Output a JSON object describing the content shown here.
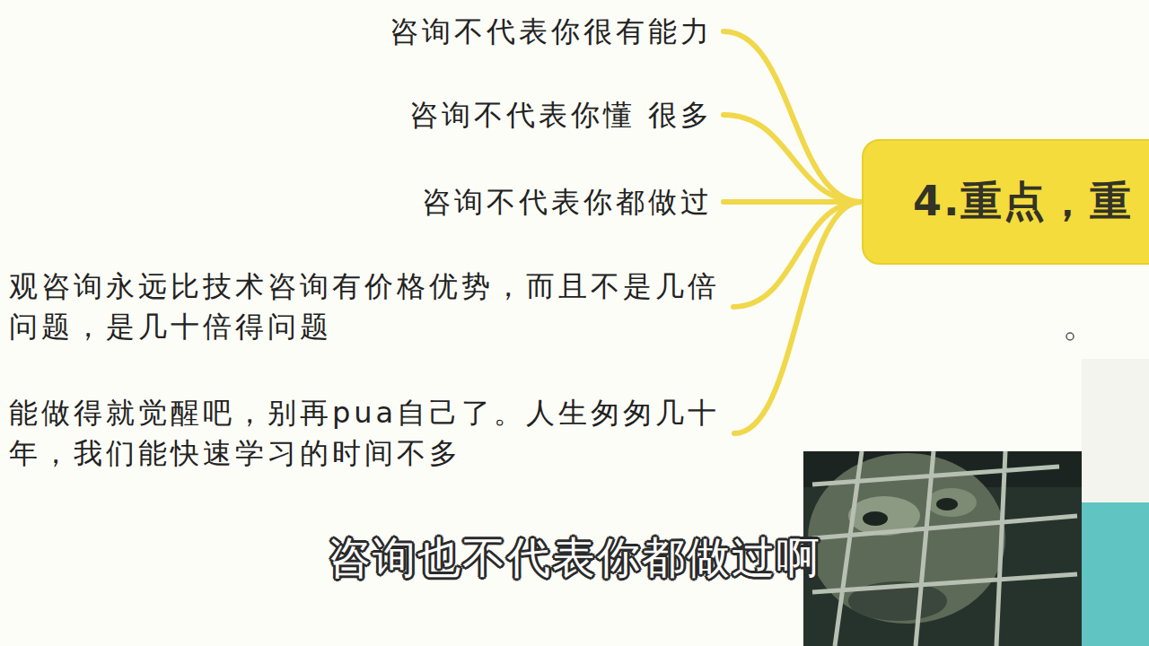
{
  "diagram": {
    "nodes": [
      {
        "text": [
          "4.重点，重"
        ]
      },
      {
        "text": [
          "咨询不代表你很有能力"
        ]
      },
      {
        "text": [
          "咨询不代表你懂 很多"
        ]
      },
      {
        "text": [
          "咨询不代表你都做过"
        ]
      },
      {
        "text": [
          "观咨询永远比技术咨询有价格优势，而且不是几倍 问题，是几十倍得问题"
        ]
      },
      {
        "text": [
          "能做得就觉醒吧，别再pua自己了。人生匆匆几十 年，我们能快速学习的时间不多"
        ]
      }
    ],
    "edges": [
      {
        "from": 0,
        "to": 1,
        "arrow": "none"
      },
      {
        "from": 0,
        "to": 2,
        "arrow": "none"
      },
      {
        "from": 0,
        "to": 3,
        "arrow": "none"
      },
      {
        "from": 0,
        "to": 4,
        "arrow": "none"
      },
      {
        "from": 0,
        "to": 5,
        "arrow": "none"
      }
    ],
    "labels": [
      "咨询也不代表你都做过啊"
    ]
  }
}
